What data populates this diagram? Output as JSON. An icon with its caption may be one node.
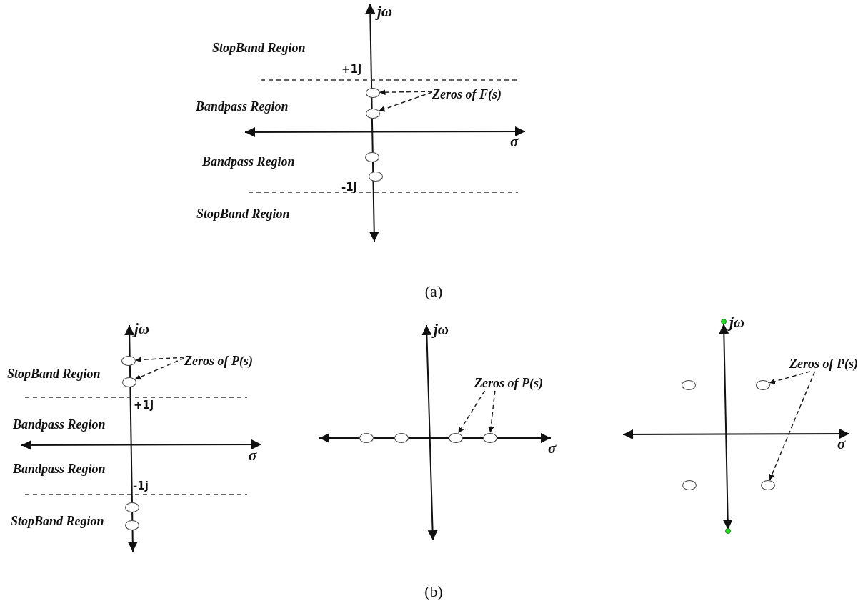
{
  "diagram": {
    "nodes": [
      {
        "text": [
          "Zeros of F(s)"
        ]
      },
      {
        "text": [],
        "shape": "circle"
      },
      {
        "text": [],
        "shape": "circle"
      },
      {
        "text": [],
        "shape": "circle"
      },
      {
        "text": [],
        "shape": "circle"
      },
      {
        "text": [
          "Zeros of P(s)"
        ]
      },
      {
        "text": [],
        "shape": "circle"
      },
      {
        "text": [],
        "shape": "circle"
      },
      {
        "text": [],
        "shape": "circle"
      },
      {
        "text": [],
        "shape": "circle"
      },
      {
        "text": [
          "Zeros of P(s)"
        ]
      },
      {
        "text": [],
        "shape": "circle"
      },
      {
        "text": [],
        "shape": "circle"
      },
      {
        "text": [],
        "shape": "circle"
      },
      {
        "text": [],
        "shape": "circle"
      },
      {
        "text": [
          "Zeros of P(s)"
        ]
      },
      {
        "text": [],
        "shape": "circle"
      },
      {
        "text": [],
        "shape": "circle"
      },
      {
        "text": [],
        "shape": "circle"
      },
      {
        "text": [],
        "shape": "circle"
      }
    ],
    "edges": [
      {
        "from": 0,
        "to": 1,
        "arrow": "to",
        "style": "dashed"
      },
      {
        "from": 0,
        "to": 2,
        "arrow": "to",
        "style": "dashed"
      },
      {
        "from": 5,
        "to": 6,
        "arrow": "to",
        "style": "dashed"
      },
      {
        "from": 5,
        "to": 7,
        "arrow": "to",
        "style": "dashed"
      },
      {
        "from": 10,
        "to": 13,
        "arrow": "to",
        "style": "dashed"
      },
      {
        "from": 10,
        "to": 14,
        "arrow": "to",
        "style": "dashed"
      },
      {
        "from": 15,
        "to": 17,
        "arrow": "to",
        "style": "dashed"
      },
      {
        "from": 15,
        "to": 19,
        "arrow": "to",
        "style": "dashed"
      }
    ],
    "labels": [
      "jω",
      "StopBand Region",
      "+1j",
      "Bandpass Region",
      "σ",
      "Bandpass Region",
      "-1j",
      "StopBand Region",
      "(a)",
      "jω",
      "StopBand Region",
      "+1j",
      "Bandpass Region",
      "σ",
      "Bandpass Region",
      "-1j",
      "StopBand Region",
      "jω",
      "σ",
      "jω",
      "σ",
      "(b)"
    ]
  }
}
